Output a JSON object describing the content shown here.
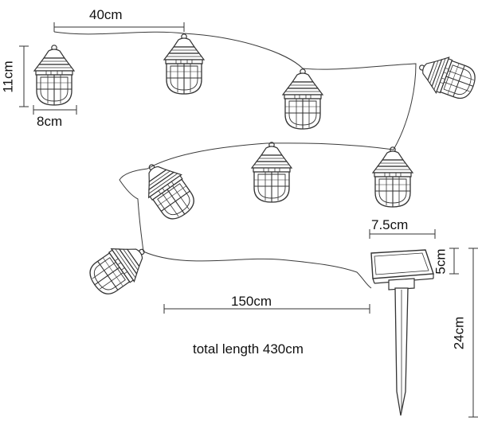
{
  "dimensions": {
    "spacing": "40cm",
    "lantern_height": "11cm",
    "lantern_width": "8cm",
    "panel_width": "7.5cm",
    "panel_height": "5cm",
    "stake_height": "24cm",
    "lead_cable": "150cm",
    "total_length": "total length 430cm"
  },
  "items": {
    "lantern_count": 8,
    "solar_panel": "solar-panel-icon",
    "ground_stake": "ground-stake-icon",
    "lantern": "lantern-icon"
  },
  "colors": {
    "line": "#3a3a3a",
    "text": "#111111",
    "background": "#ffffff"
  }
}
